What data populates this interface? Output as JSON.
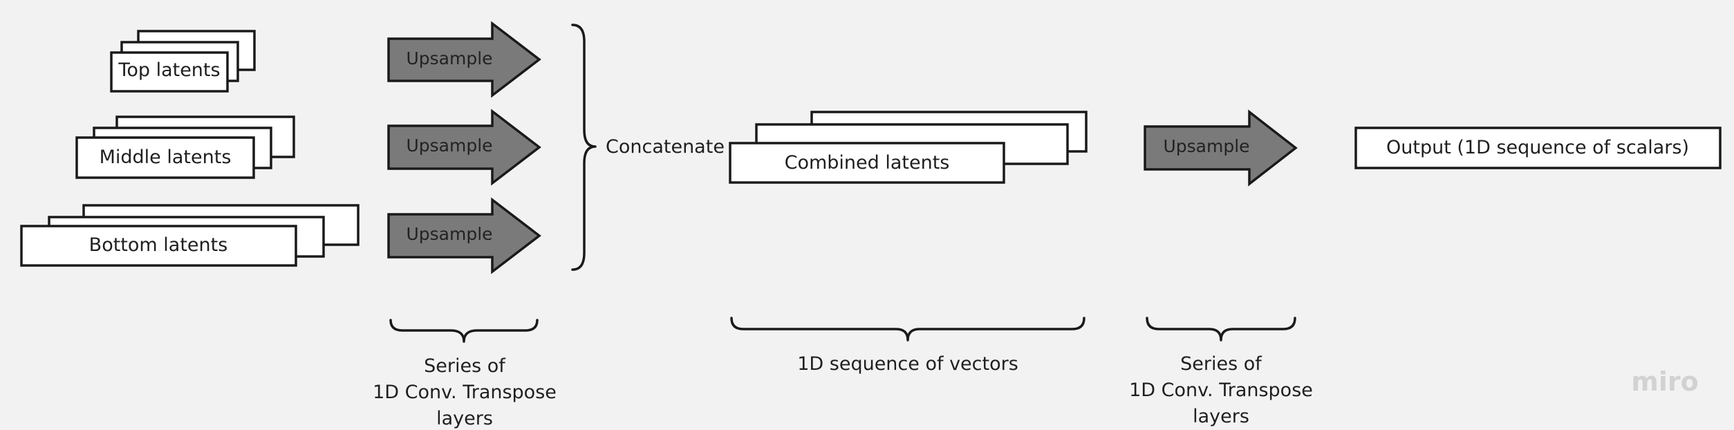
{
  "latents": {
    "top": "Top latents",
    "middle": "Middle latents",
    "bottom": "Bottom latents",
    "combined": "Combined latents"
  },
  "arrows": {
    "upsample_1": "Upsample",
    "upsample_2": "Upsample",
    "upsample_3": "Upsample",
    "upsample_final": "Upsample"
  },
  "concat_label": "Concatenate",
  "output_label": "Output (1D sequence of scalars)",
  "annotations": {
    "first_series": [
      "Series of",
      "1D Conv. Transpose",
      "layers"
    ],
    "sequence_of_vectors": "1D sequence of vectors",
    "second_series": [
      "Series of",
      "1D Conv. Transpose",
      "layers"
    ]
  },
  "watermark": "miro"
}
